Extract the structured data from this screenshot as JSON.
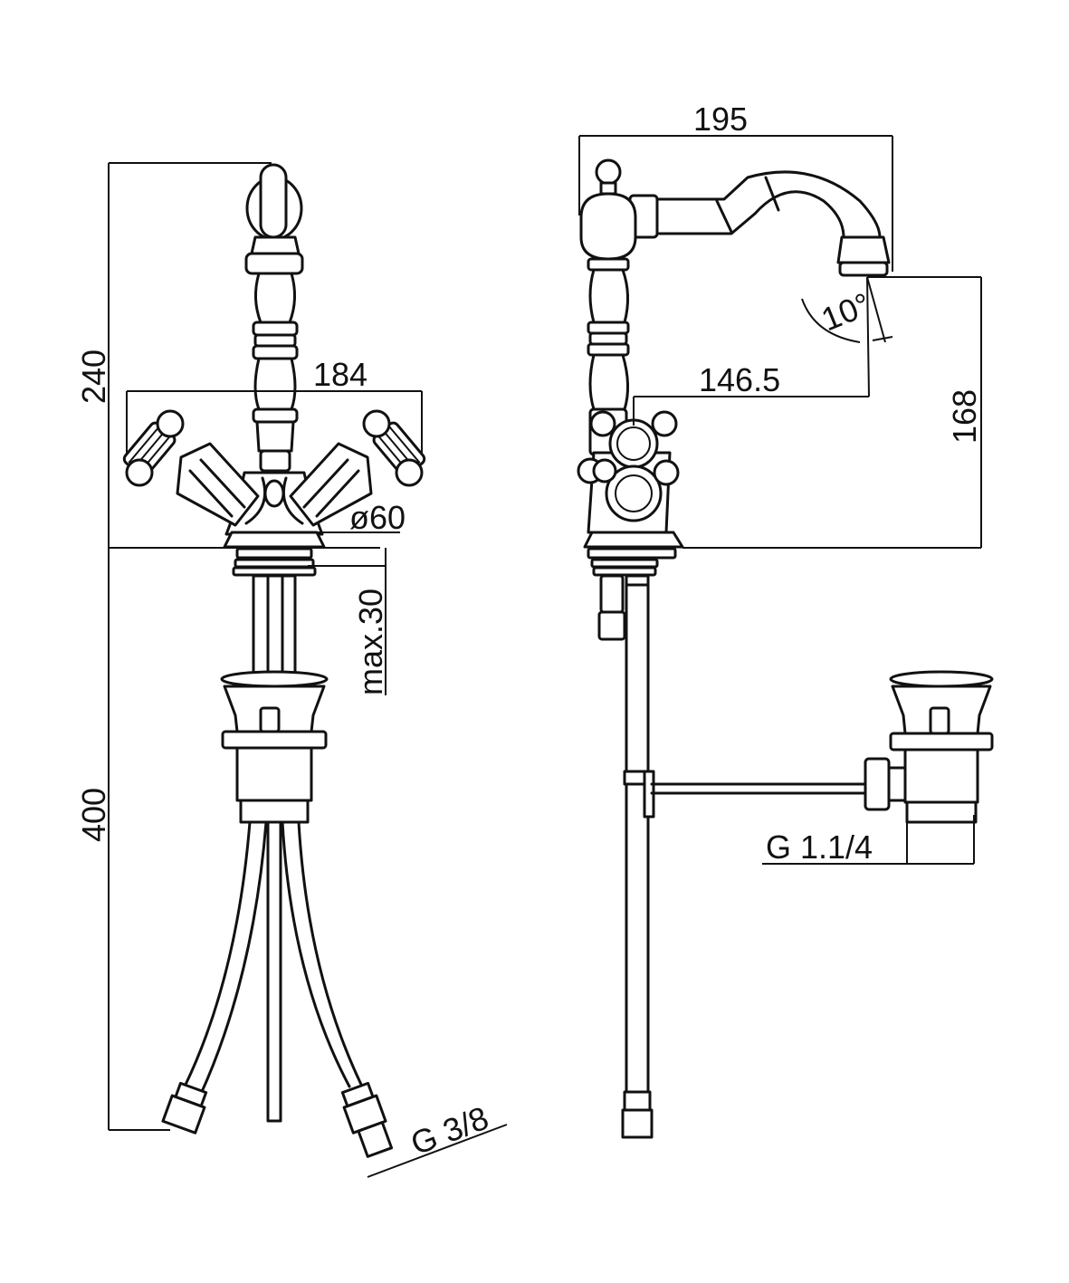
{
  "dimensions": {
    "front_total_height": "240",
    "handles_span": "184",
    "base_diameter": "ø60",
    "deck_thickness": "max.30",
    "hose_length": "400",
    "hose_thread": "G 3/8",
    "spout_reach": "195",
    "spout_offset": "146.5",
    "spout_height": "168",
    "spout_angle": "10°",
    "waste_thread": "G 1.1/4"
  }
}
